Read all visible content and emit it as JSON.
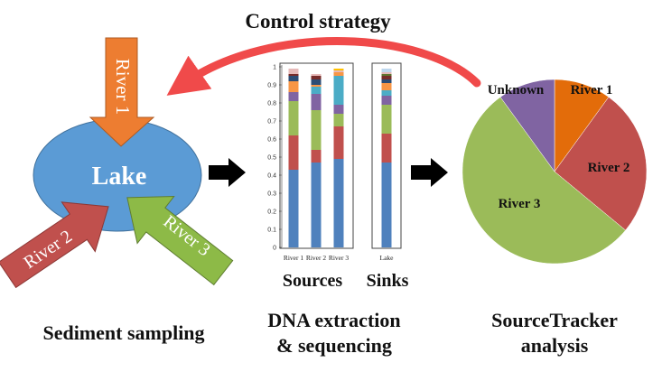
{
  "title": "Control strategy",
  "lake": {
    "label": "Lake",
    "fill": "#5b9bd5",
    "rivers": [
      {
        "label": "River 1",
        "color": "#ed7d31"
      },
      {
        "label": "River 2",
        "color": "#c0504d"
      },
      {
        "label": "River 3",
        "color": "#8dba47"
      }
    ]
  },
  "steps": [
    {
      "label": "Sediment sampling"
    },
    {
      "line1": "DNA extraction",
      "line2": "& sequencing"
    },
    {
      "line1": "SourceTracker",
      "line2": "analysis"
    }
  ],
  "colors": {
    "arc_arrow": "#f04a4a",
    "flow_arrow": "#000000"
  },
  "chart_data": [
    {
      "type": "bar",
      "stacked": true,
      "groups": [
        {
          "label": "Sources",
          "categories": [
            "River 1",
            "River 2",
            "River 3"
          ]
        },
        {
          "label": "Sinks",
          "categories": [
            "Lake"
          ]
        }
      ],
      "categories": [
        "River 1",
        "River 2",
        "River 3",
        "Lake"
      ],
      "ylim": [
        0,
        1
      ],
      "yticks": [
        0,
        0.1,
        0.2,
        0.3,
        0.4,
        0.5,
        0.6,
        0.7,
        0.8,
        0.9,
        1
      ],
      "series": [
        {
          "color": "#4f81bd",
          "values": [
            0.43,
            0.47,
            0.49,
            0.47
          ]
        },
        {
          "color": "#c0504d",
          "values": [
            0.19,
            0.07,
            0.18,
            0.16
          ]
        },
        {
          "color": "#9bbb59",
          "values": [
            0.19,
            0.22,
            0.07,
            0.16
          ]
        },
        {
          "color": "#8064a2",
          "values": [
            0.05,
            0.09,
            0.05,
            0.05
          ]
        },
        {
          "color": "#4bacc6",
          "values": [
            0.0,
            0.04,
            0.16,
            0.03
          ]
        },
        {
          "color": "#f79646",
          "values": [
            0.06,
            0.01,
            0.02,
            0.04
          ]
        },
        {
          "color": "#2c4d75",
          "values": [
            0.03,
            0.03,
            0.0,
            0.02
          ]
        },
        {
          "color": "#772c2a",
          "values": [
            0.01,
            0.02,
            0.0,
            0.02
          ]
        },
        {
          "color": "#5f7530",
          "values": [
            0.0,
            0.0,
            0.0,
            0.01
          ]
        },
        {
          "color": "#4d3b62",
          "values": [
            0.0,
            0.0,
            0.0,
            0.0
          ]
        },
        {
          "color": "#e6b9b8",
          "values": [
            0.03,
            0.01,
            0.01,
            0.01
          ]
        },
        {
          "color": "#ffc000",
          "values": [
            0.0,
            0.0,
            0.01,
            0.0
          ]
        },
        {
          "color": "#bdd7ee",
          "values": [
            0.0,
            0.0,
            0.0,
            0.02
          ]
        }
      ]
    },
    {
      "type": "pie",
      "slices": [
        {
          "label": "River 1",
          "value": 0.1,
          "color": "#e36c0a"
        },
        {
          "label": "River 2",
          "value": 0.26,
          "color": "#c0504d"
        },
        {
          "label": "River 3",
          "value": 0.54,
          "color": "#9bbb59"
        },
        {
          "label": "Unknown",
          "value": 0.1,
          "color": "#8064a2"
        }
      ]
    }
  ]
}
